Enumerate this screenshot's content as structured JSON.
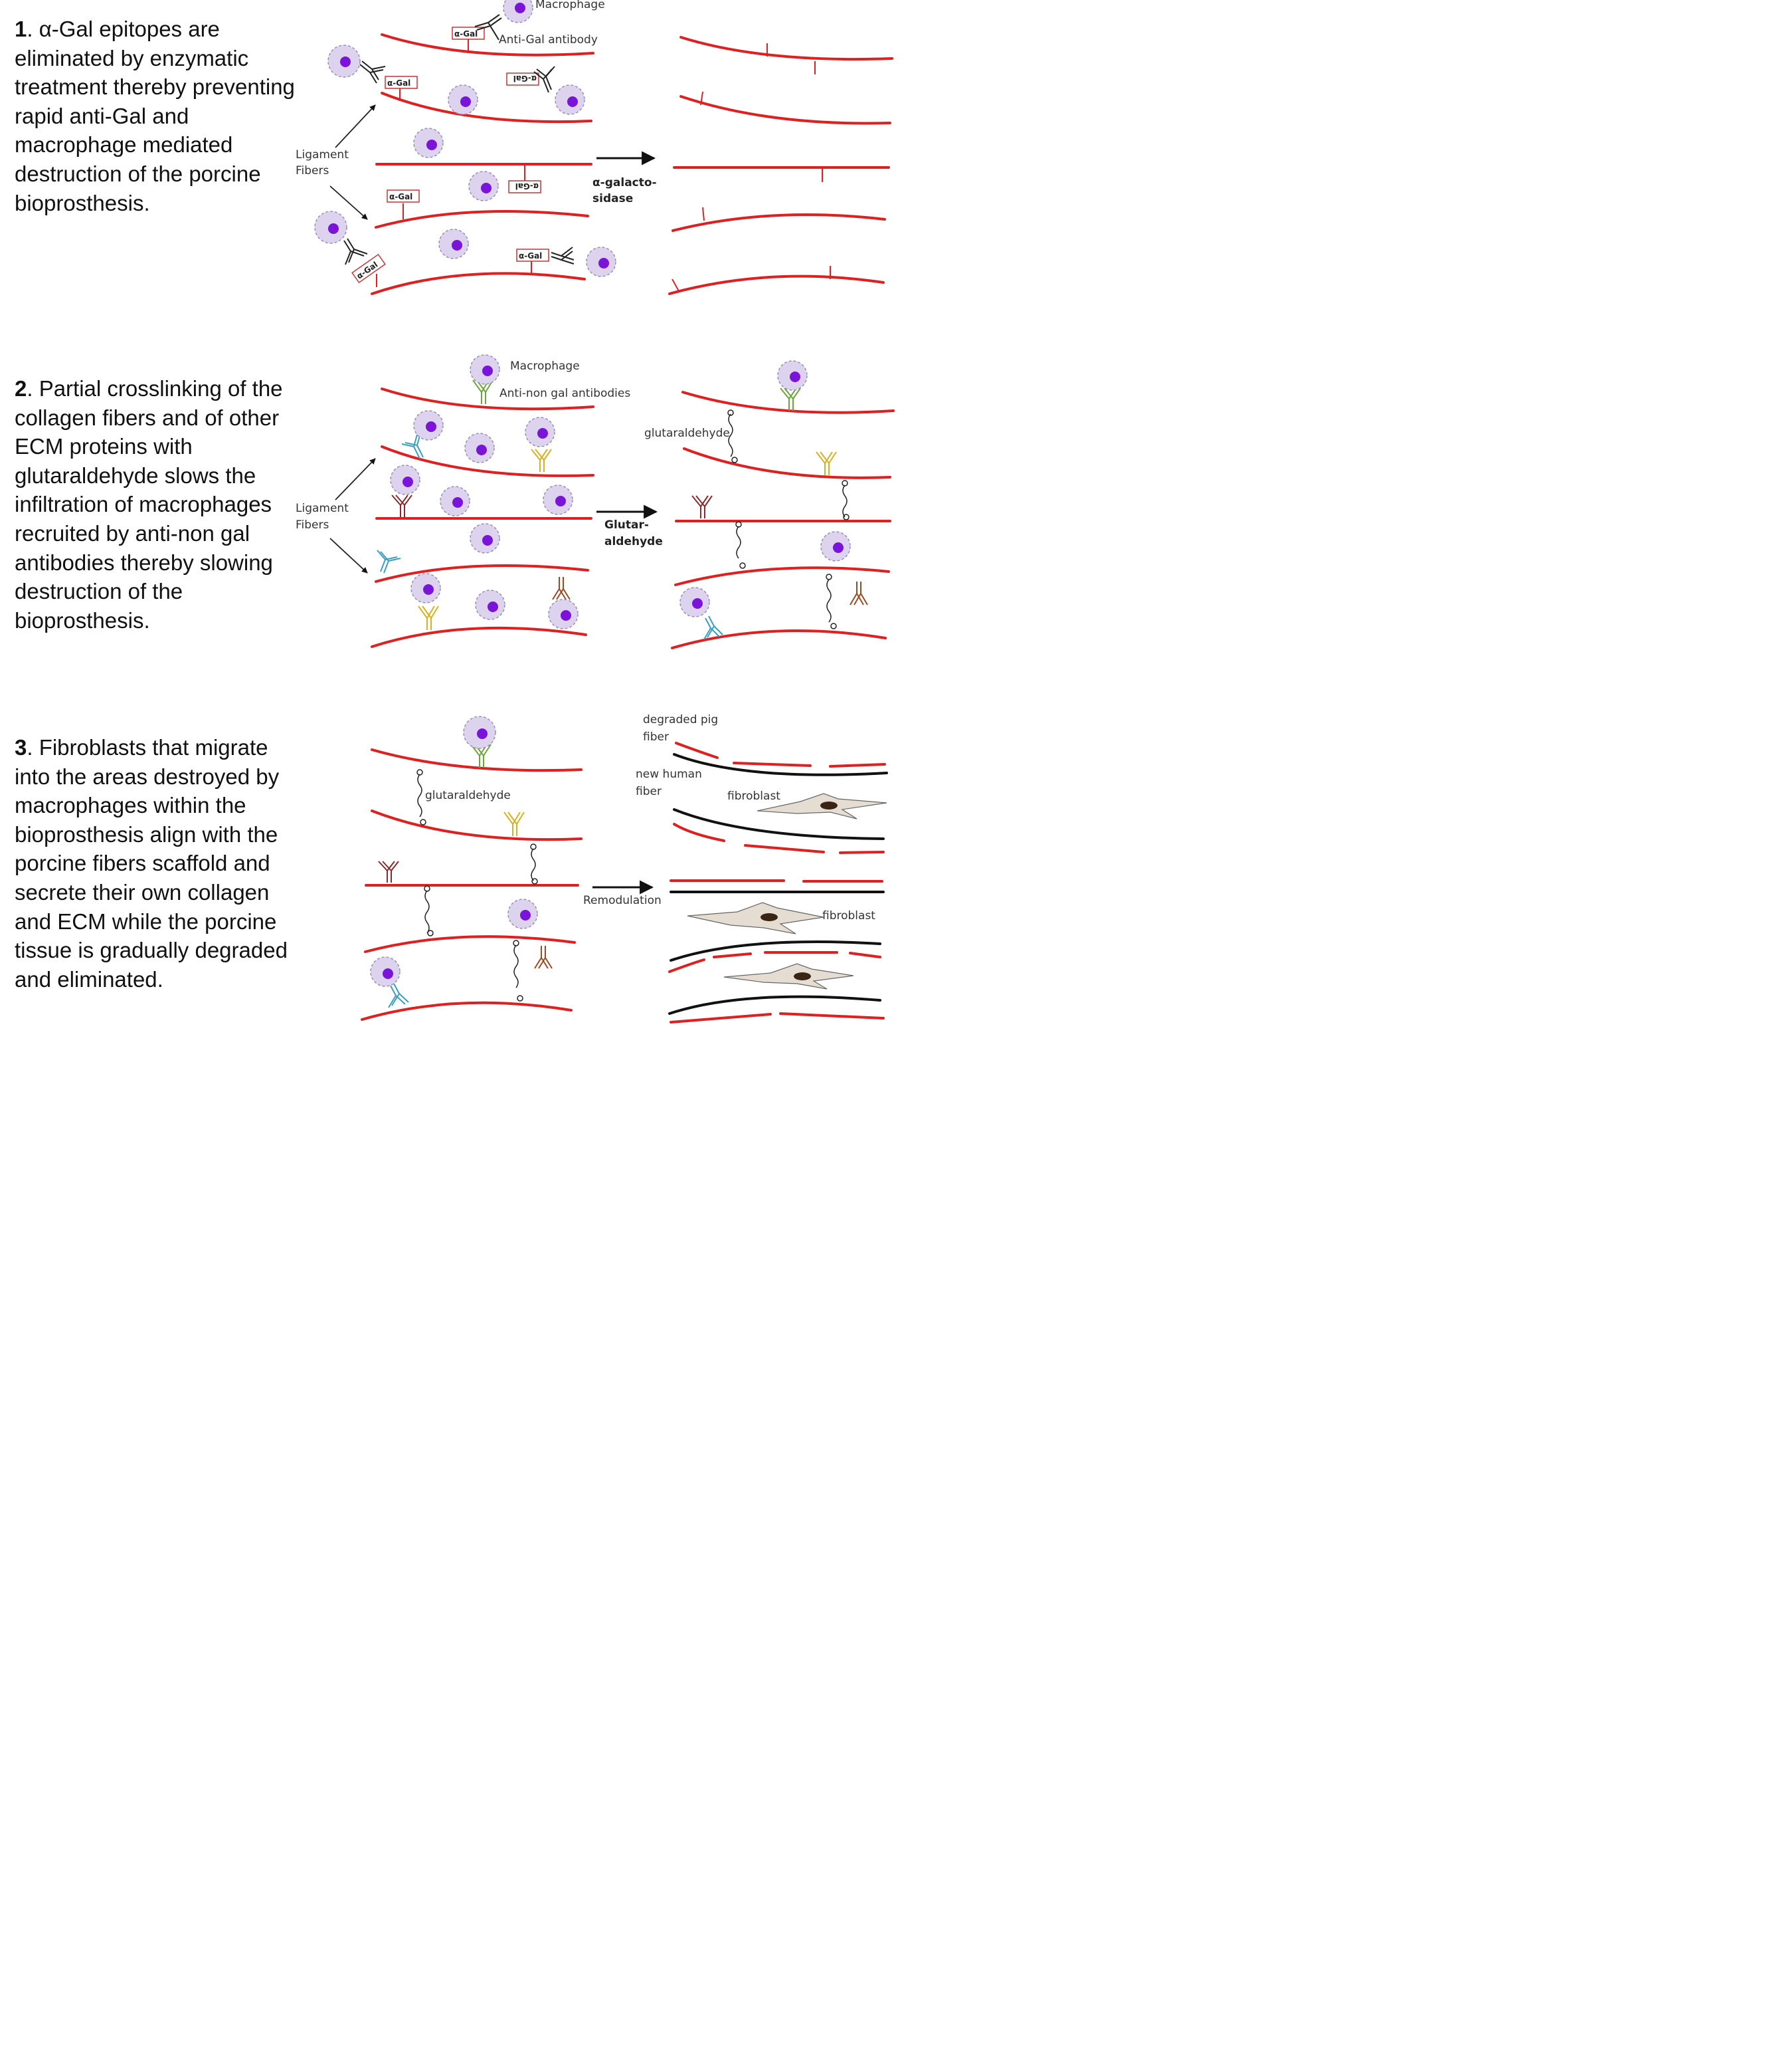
{
  "panels": [
    {
      "number": "1",
      "text": ". α-Gal epitopes are eliminated by enzymatic treatment thereby preventing rapid anti-Gal  and macrophage mediated destruction of the porcine bioprosthesis."
    },
    {
      "number": "2",
      "text": ". Partial crosslinking of the collagen fibers and of other ECM proteins with glutaraldehyde slows the infiltration  of macrophages recruited by anti-non gal antibodies thereby slowing destruction of the bioprosthesis."
    },
    {
      "number": "3",
      "text": ". Fibroblasts that migrate into the areas destroyed by macrophages within the bioprosthesis align with the porcine fibers scaffold and secrete their own collagen and ECM while the porcine tissue is gradually degraded and eliminated."
    }
  ],
  "labels": {
    "macrophage": "Macrophage",
    "anti_gal_antibody": "Anti-Gal antibody",
    "alpha_gal": "α-Gal",
    "ligament": "Ligament",
    "fibers": "Fibers",
    "galactosidase_1": "α-galacto-",
    "galactosidase_2": "sidase",
    "anti_non_gal": "Anti-non gal antibodies",
    "glutaraldehyde": "glutaraldehyde",
    "glutar_1": "Glutar-",
    "glutar_2": "aldehyde",
    "degraded_pig_1": "degraded pig",
    "degraded_pig_2": "fiber",
    "new_human_1": "new human",
    "new_human_2": "fiber",
    "fibroblast": "fibroblast",
    "remodulation": "Remodulation"
  },
  "colors": {
    "fiber": "#e02020",
    "new_fiber": "#111111",
    "macrophage_body": "#ddd3ee",
    "macrophage_nucleus": "#7a14d8",
    "antibody_black": "#222222",
    "antibody_green": "#6aa63a",
    "antibody_blue": "#3a9dc4",
    "antibody_yellow": "#d8b020",
    "antibody_brown": "#9a4a22",
    "antibody_darkred": "#8a2a2a",
    "fibroblast_body": "#e6ddd2",
    "fibroblast_nucleus": "#3a2414"
  }
}
